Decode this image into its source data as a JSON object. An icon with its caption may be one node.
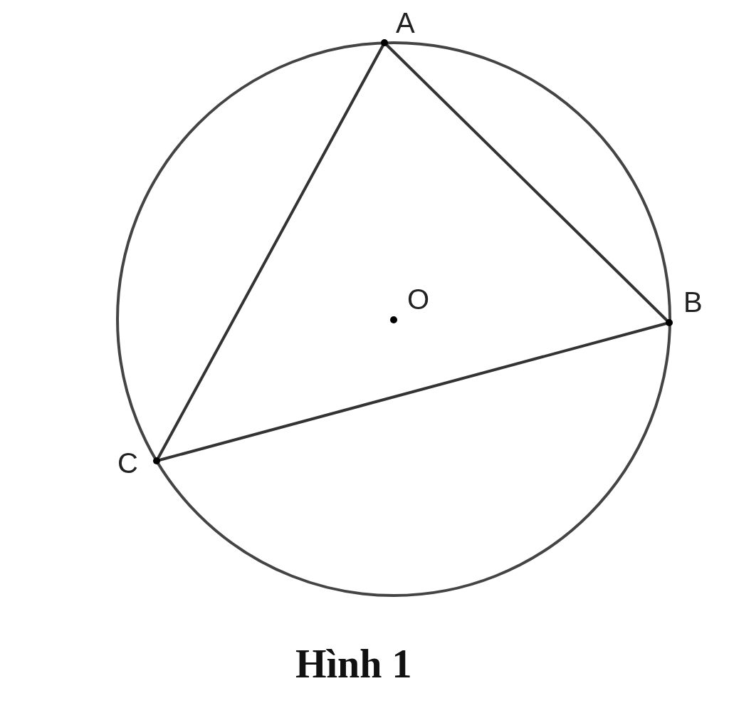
{
  "diagram": {
    "caption": "Hình 1",
    "nodes": [
      {
        "text": [
          "A"
        ]
      },
      {
        "text": [
          "B"
        ]
      },
      {
        "text": [
          "C"
        ]
      }
    ],
    "edges": [
      {
        "from": 0,
        "to": 1,
        "arrow": "none"
      },
      {
        "from": 1,
        "to": 2,
        "arrow": "none"
      },
      {
        "from": 2,
        "to": 0,
        "arrow": "none"
      }
    ],
    "labels": [
      "O"
    ]
  }
}
